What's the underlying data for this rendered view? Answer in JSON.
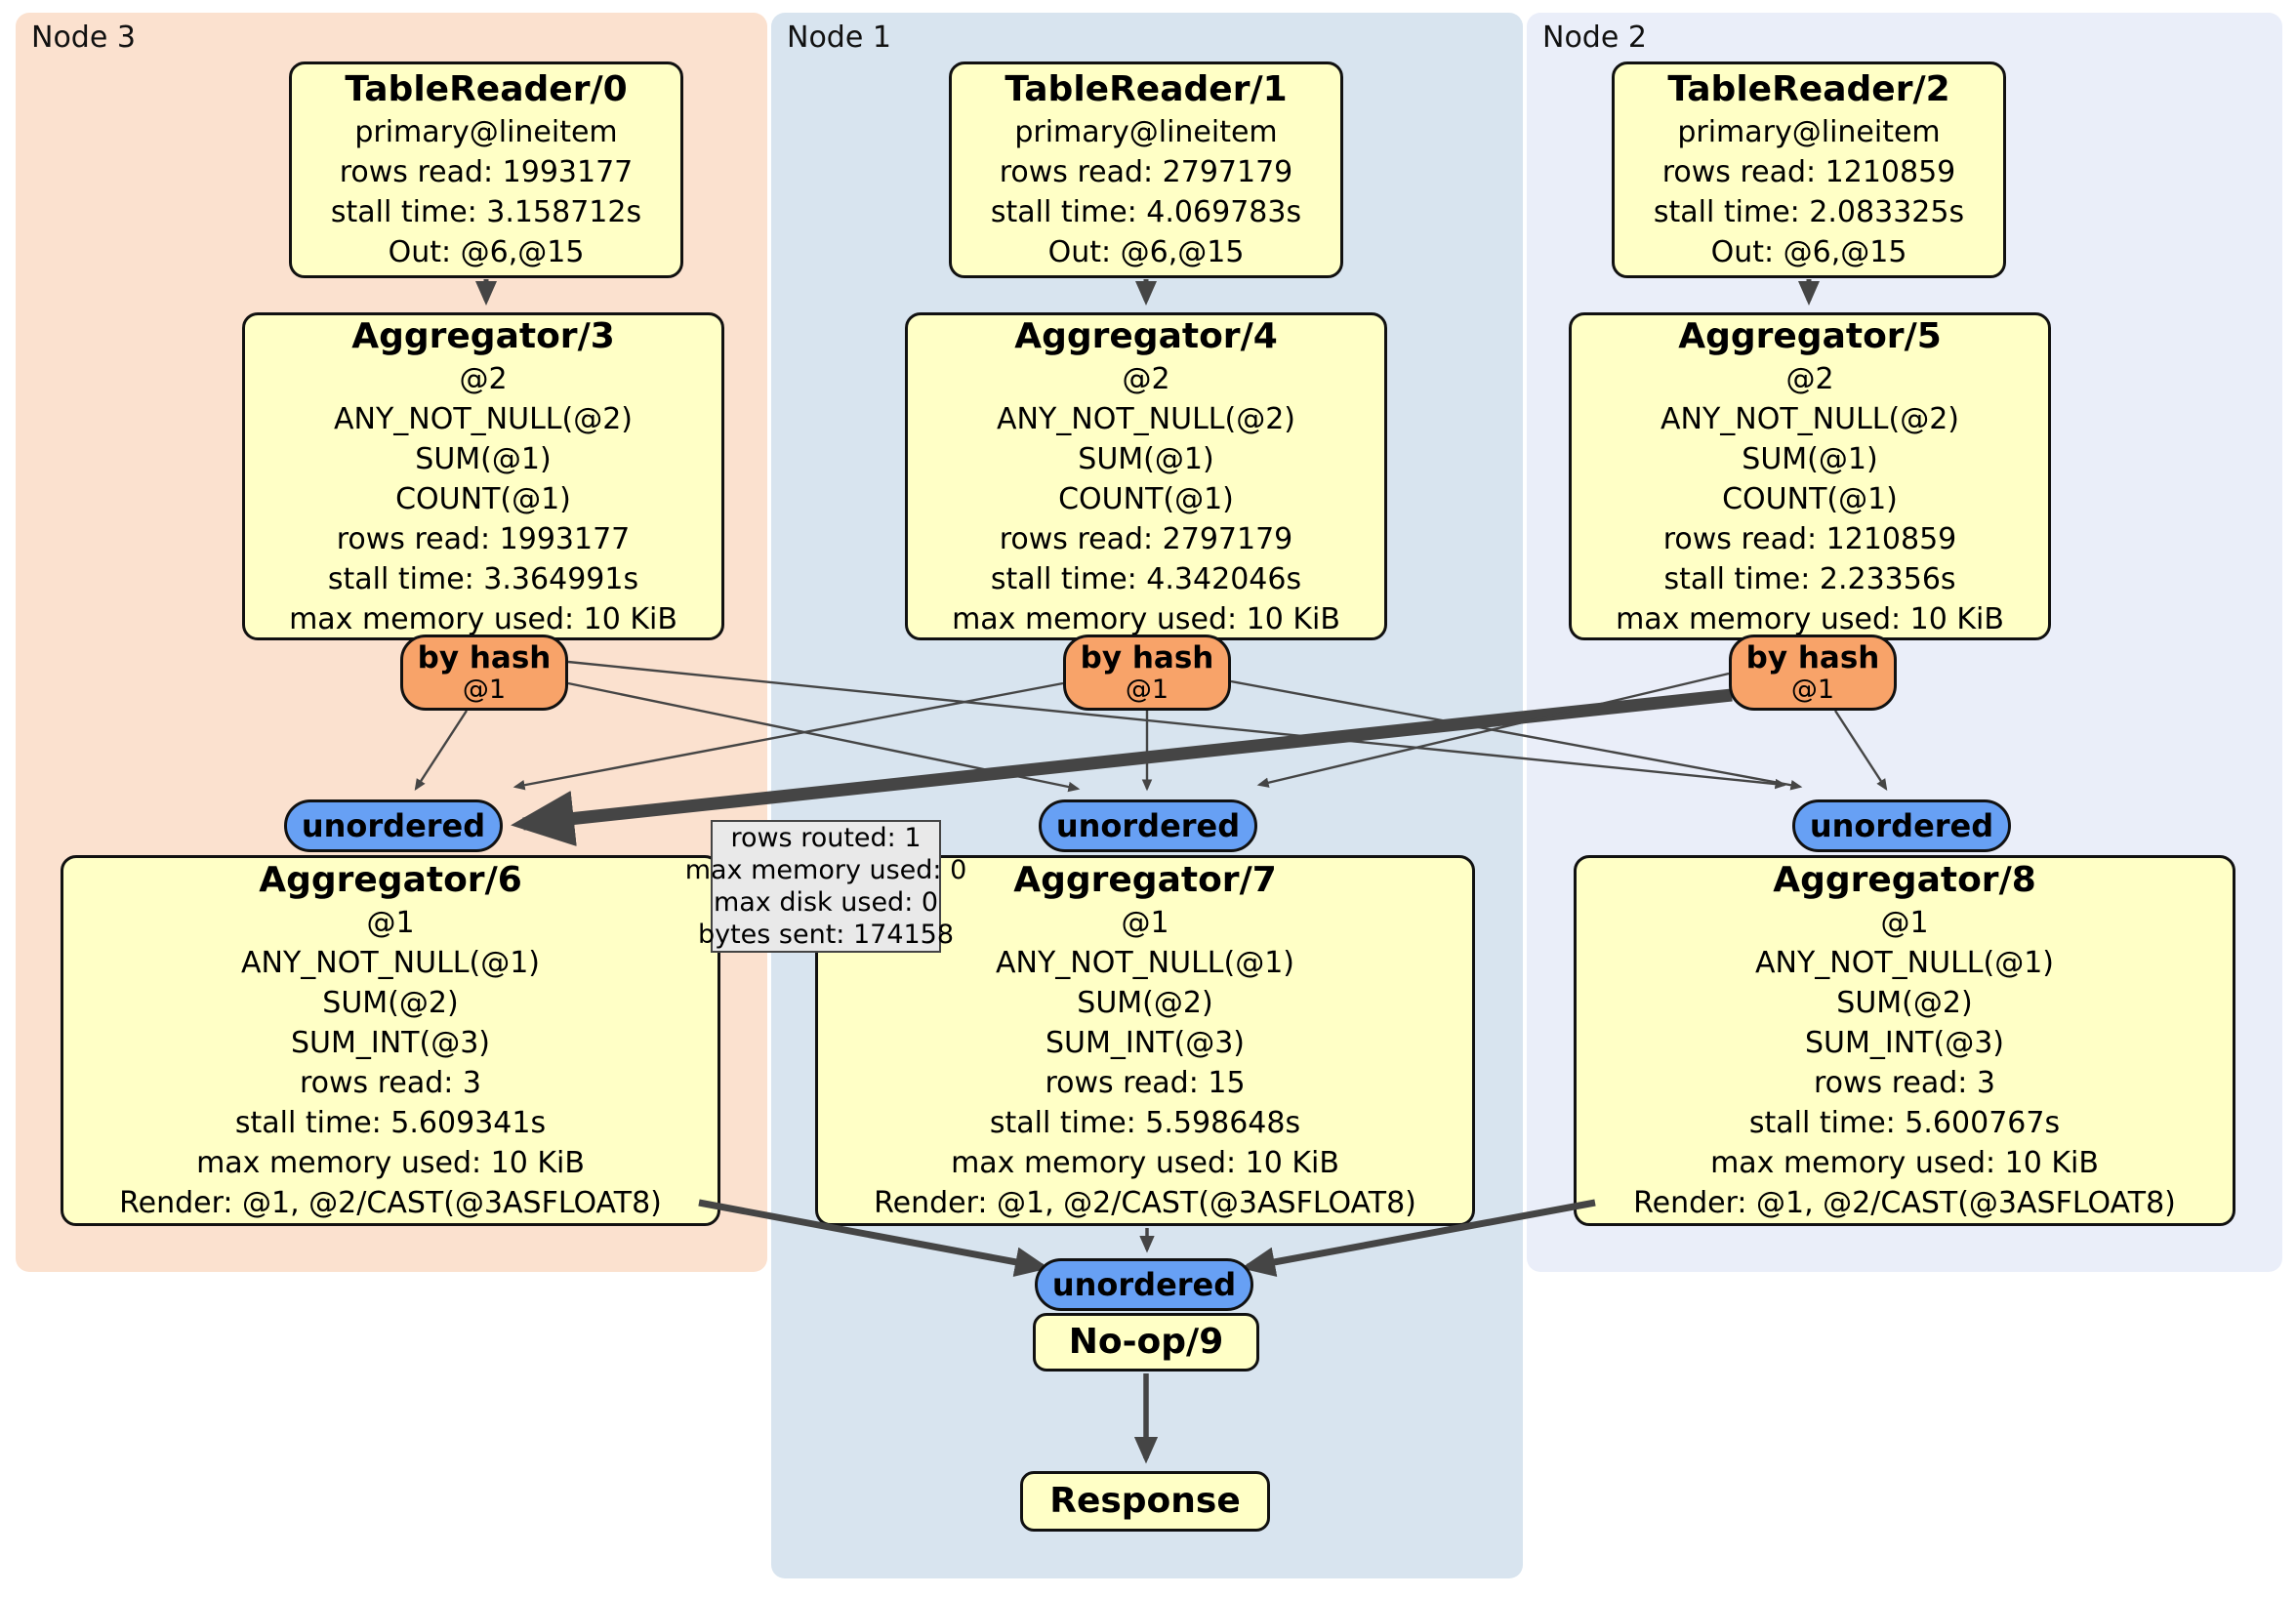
{
  "panels": [
    {
      "label": "Node 3"
    },
    {
      "label": "Node 1"
    },
    {
      "label": "Node 2"
    }
  ],
  "colors": {
    "node3_bg": "#fbe1cf",
    "node1_bg": "#d8e4ef",
    "node2_bg": "#eaeef9",
    "box_bg": "#ffffc6",
    "router_bg": "#f8a369",
    "sync_bg": "#67a0f4",
    "edge": "#454545",
    "tooltip_bg": "#e9e9e9"
  },
  "boxes": {
    "tr0": {
      "title": "TableReader/0",
      "lines": [
        "primary@lineitem",
        "rows read: 1993177",
        "stall time: 3.158712s",
        "Out: @6,@15"
      ]
    },
    "tr1": {
      "title": "TableReader/1",
      "lines": [
        "primary@lineitem",
        "rows read: 2797179",
        "stall time: 4.069783s",
        "Out: @6,@15"
      ]
    },
    "tr2": {
      "title": "TableReader/2",
      "lines": [
        "primary@lineitem",
        "rows read: 1210859",
        "stall time: 2.083325s",
        "Out: @6,@15"
      ]
    },
    "agg3": {
      "title": "Aggregator/3",
      "lines": [
        "@2",
        "ANY_NOT_NULL(@2)",
        "SUM(@1)",
        "COUNT(@1)",
        "rows read: 1993177",
        "stall time: 3.364991s",
        "max memory used: 10 KiB"
      ]
    },
    "agg4": {
      "title": "Aggregator/4",
      "lines": [
        "@2",
        "ANY_NOT_NULL(@2)",
        "SUM(@1)",
        "COUNT(@1)",
        "rows read: 2797179",
        "stall time: 4.342046s",
        "max memory used: 10 KiB"
      ]
    },
    "agg5": {
      "title": "Aggregator/5",
      "lines": [
        "@2",
        "ANY_NOT_NULL(@2)",
        "SUM(@1)",
        "COUNT(@1)",
        "rows read: 1210859",
        "stall time: 2.23356s",
        "max memory used: 10 KiB"
      ]
    },
    "agg6": {
      "title": "Aggregator/6",
      "lines": [
        "@1",
        "ANY_NOT_NULL(@1)",
        "SUM(@2)",
        "SUM_INT(@3)",
        "rows read: 3",
        "stall time: 5.609341s",
        "max memory used: 10 KiB",
        "Render: @1, @2/CAST(@3ASFLOAT8)"
      ]
    },
    "agg7": {
      "title": "Aggregator/7",
      "lines": [
        "@1",
        "ANY_NOT_NULL(@1)",
        "SUM(@2)",
        "SUM_INT(@3)",
        "rows read: 15",
        "stall time: 5.598648s",
        "max memory used: 10 KiB",
        "Render: @1, @2/CAST(@3ASFLOAT8)"
      ]
    },
    "agg8": {
      "title": "Aggregator/8",
      "lines": [
        "@1",
        "ANY_NOT_NULL(@1)",
        "SUM(@2)",
        "SUM_INT(@3)",
        "rows read: 3",
        "stall time: 5.600767s",
        "max memory used: 10 KiB",
        "Render: @1, @2/CAST(@3ASFLOAT8)"
      ]
    },
    "noop": {
      "title": "No-op/9"
    },
    "response": {
      "title": "Response"
    }
  },
  "routers": [
    {
      "label": "by hash",
      "sub": "@1"
    },
    {
      "label": "by hash",
      "sub": "@1"
    },
    {
      "label": "by hash",
      "sub": "@1"
    }
  ],
  "syncs": [
    {
      "label": "unordered"
    },
    {
      "label": "unordered"
    },
    {
      "label": "unordered"
    },
    {
      "label": "unordered"
    }
  ],
  "tooltip": {
    "lines": [
      "rows routed: 1",
      "max memory used: 0",
      "max disk used: 0",
      "bytes sent: 174158"
    ]
  }
}
